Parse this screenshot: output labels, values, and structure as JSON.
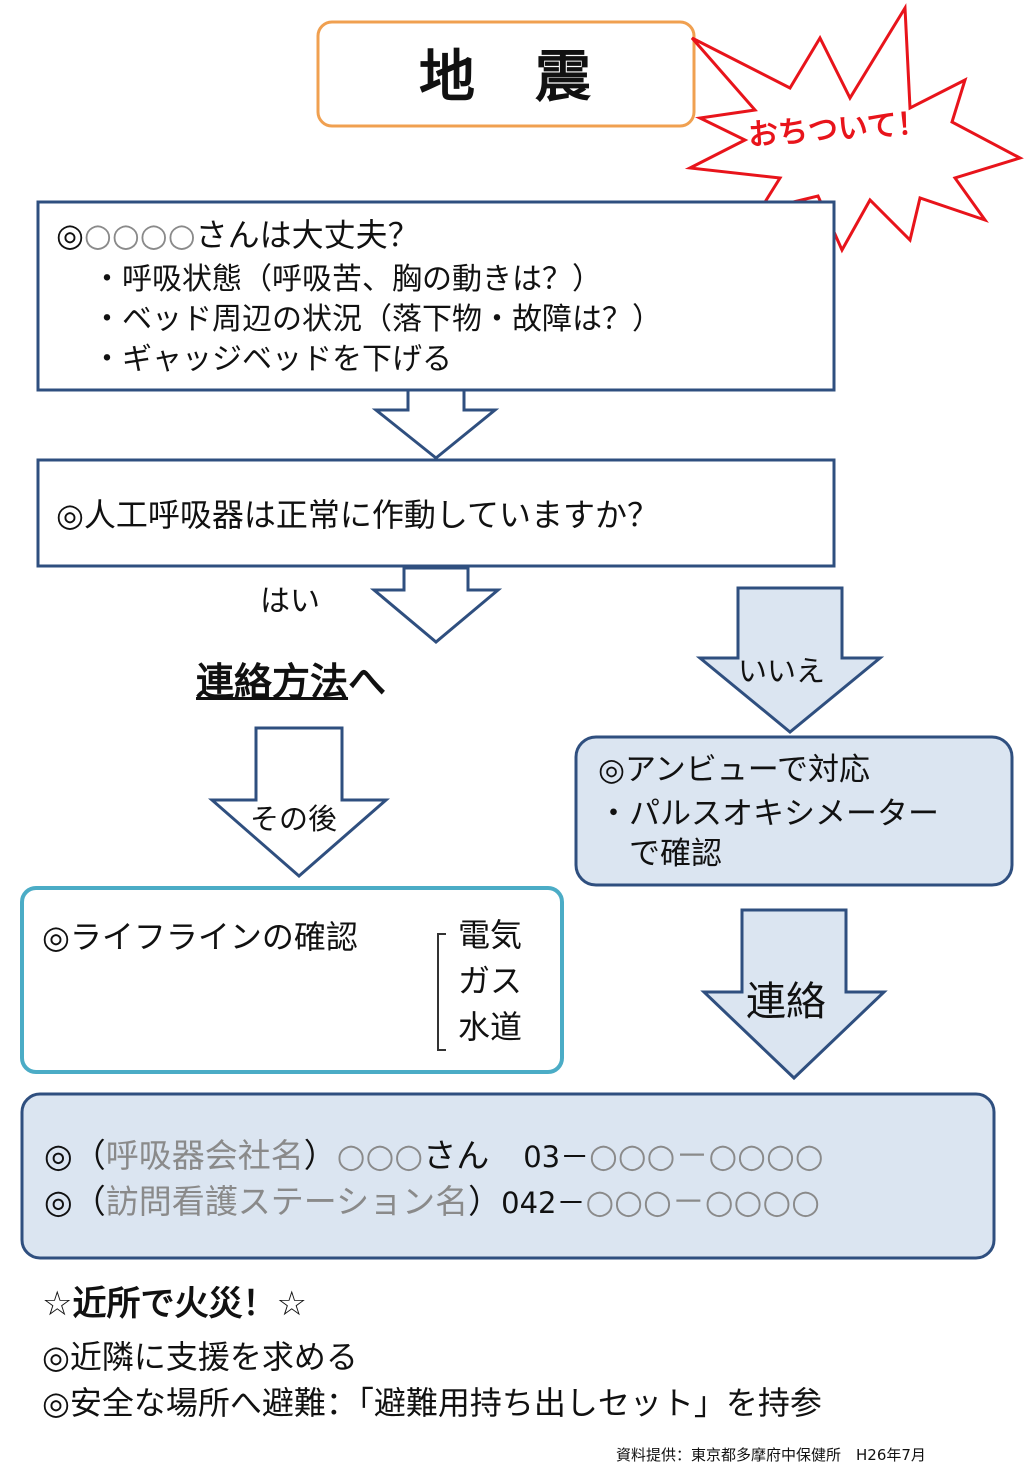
{
  "header": {
    "title": "地　震",
    "burst_text": "おちついて！"
  },
  "box1": {
    "prefix": "◎",
    "name_placeholder": "○○○○",
    "question_suffix": "さんは大丈夫？",
    "items": [
      "・呼吸状態（呼吸苦、胸の動きは？）",
      "・ベッド周辺の状況（落下物・故障は？）",
      "・ギャッジベッドを下げる"
    ]
  },
  "box2": {
    "text": "◎人工呼吸器は正常に作動していますか？"
  },
  "branches": {
    "yes_label": "はい",
    "no_label": "いいえ",
    "contact_method": "連絡方法",
    "contact_method_suffix": "へ",
    "after_label": "その後",
    "contact_label": "連絡"
  },
  "ambu_box": {
    "lines": [
      "◎アンビューで対応",
      "・パルスオキシメーター",
      "　で確認"
    ]
  },
  "lifeline_box": {
    "label": "◎ライフラインの確認",
    "items": [
      "電気",
      "ガス",
      "水道"
    ]
  },
  "contacts": [
    {
      "prefix": "◎（",
      "name": "呼吸器会社名",
      "mid": "）",
      "person": "○○○",
      "honorific": "さん",
      "phone_prefix": "03－",
      "phone_rest": "○○○－○○○○"
    },
    {
      "prefix": "◎（",
      "name": "訪問看護ステーション名",
      "mid": "）",
      "person": "",
      "honorific": "",
      "phone_prefix": "042－",
      "phone_rest": "○○○－○○○○"
    }
  ],
  "fire": {
    "heading": "☆近所で火災！☆",
    "lines": [
      "◎近隣に支援を求める",
      "◎安全な場所へ避難：「避難用持ち出しセット」を持参"
    ]
  },
  "source_note": "資料提供：東京都多摩府中保健所　H26年7月",
  "colors": {
    "title_border": "#f0a050",
    "navy": "#2f4f7f",
    "teal": "#4bacc6",
    "light_blue_fill": "#dbe5f1",
    "burst_red": "#e8141b",
    "gray_text": "#8a8a8a"
  }
}
